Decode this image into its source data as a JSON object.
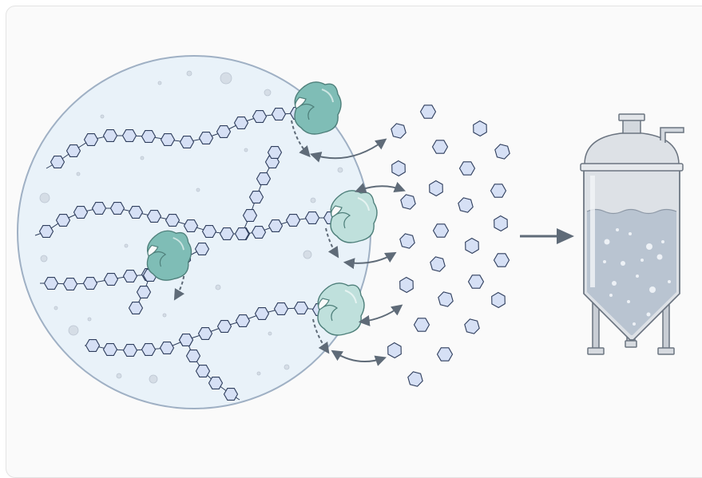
{
  "diagram": {
    "description_text": "",
    "colors": {
      "frame_background": "#fafafa",
      "frame_border": "#e3e3e3",
      "circle_fill": "#e9f2f9",
      "circle_stroke": "#9fb0c4",
      "monomer_fill": "#d6e0f5",
      "monomer_stroke": "#2e3d5c",
      "enzyme_dark": "#7fbdb6",
      "enzyme_light": "#bfe0dc",
      "arrow": "#5f6b78",
      "tank_body": "#dde1e6",
      "tank_liquid": "#b9c4d1",
      "tank_stroke": "#6b7480"
    },
    "icons": {
      "enzyme": "enzyme-icon",
      "sugar_monomer": "hexagon-monomer-icon",
      "fermentation_tank": "fermenter-tank-icon",
      "process_arrow": "arrow-right-icon"
    },
    "stages": [
      {
        "name": "polymer-chains-magnified",
        "polymer_chains": 6,
        "enzymes": 4
      },
      {
        "name": "released-monomers",
        "count": 30
      },
      {
        "name": "bioreactor"
      }
    ]
  }
}
